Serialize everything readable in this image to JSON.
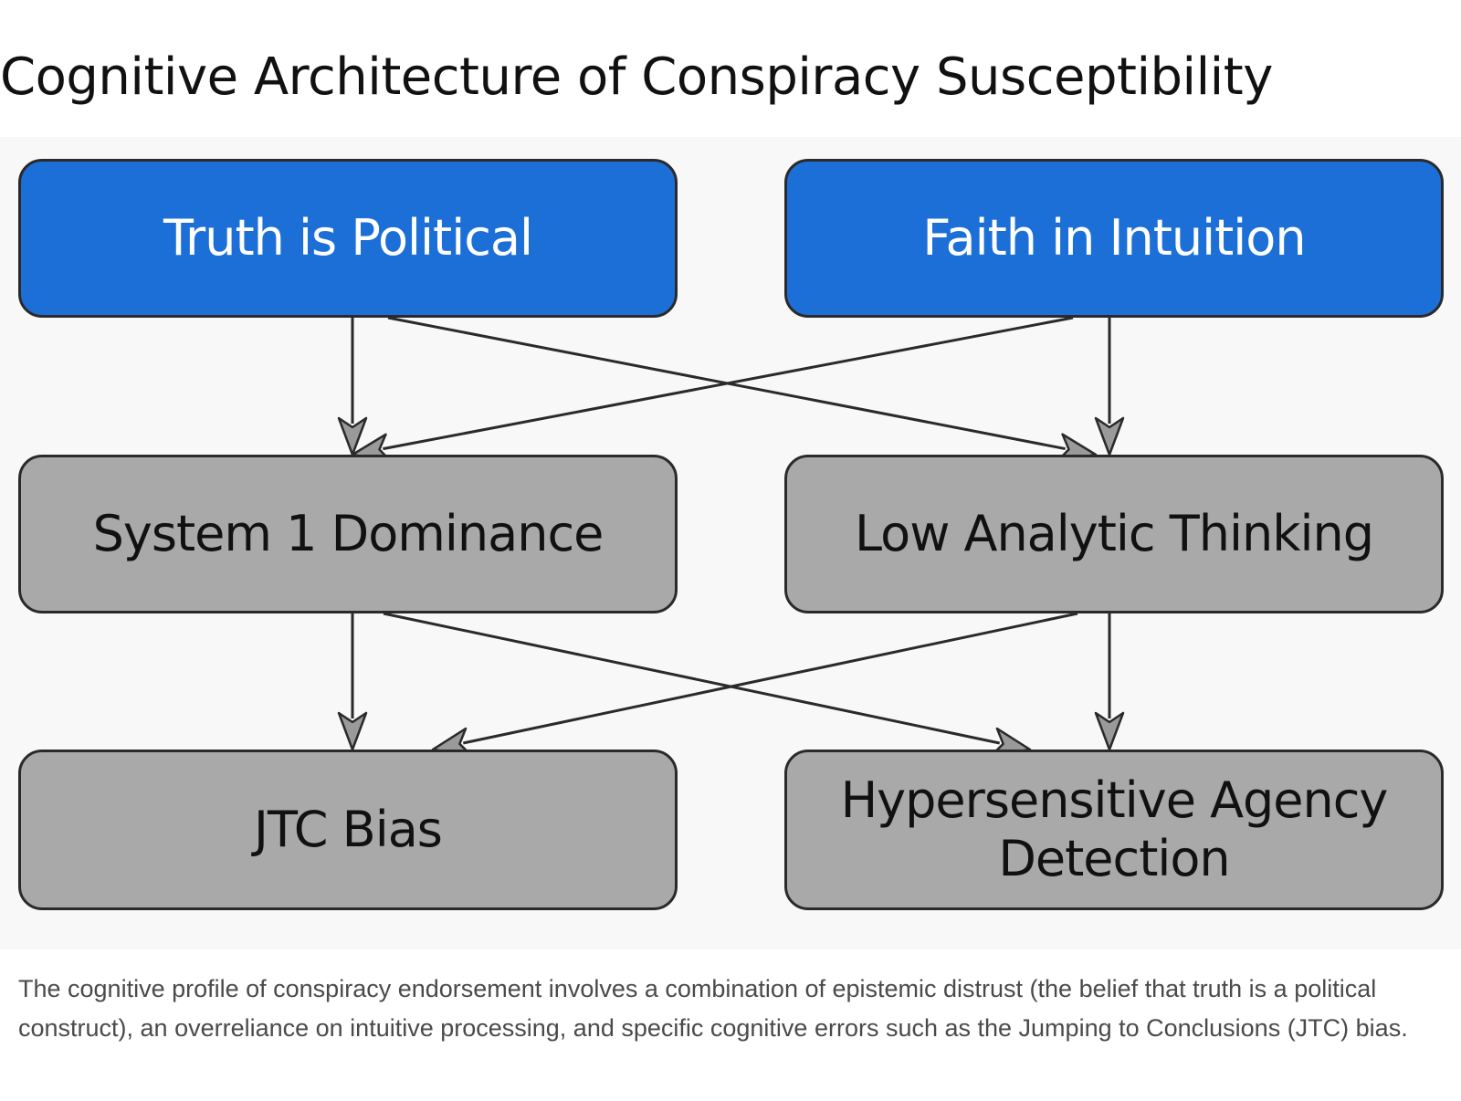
{
  "title": "Cognitive Architecture of Conspiracy Susceptibility",
  "nodes": {
    "truth": "Truth is Political",
    "faith": "Faith in Intuition",
    "system1": "System 1 Dominance",
    "analytic": "Low Analytic Thinking",
    "jtc": "JTC Bias",
    "agency_line1": "Hypersensitive Agency",
    "agency_line2": "Detection"
  },
  "edges": [
    {
      "from": "truth",
      "to": "system1"
    },
    {
      "from": "truth",
      "to": "analytic"
    },
    {
      "from": "faith",
      "to": "system1"
    },
    {
      "from": "faith",
      "to": "analytic"
    },
    {
      "from": "system1",
      "to": "jtc"
    },
    {
      "from": "system1",
      "to": "agency"
    },
    {
      "from": "analytic",
      "to": "jtc"
    },
    {
      "from": "analytic",
      "to": "agency"
    }
  ],
  "colors": {
    "top_node": "#1b6fd6",
    "lower_node": "#a9a9a9",
    "edge": "#2a2a2a"
  },
  "caption": "The cognitive profile of conspiracy endorsement involves a combination of epistemic distrust (the belief that truth is a political construct), an overreliance on intuitive processing, and specific cognitive errors such as the Jumping to Conclusions (JTC) bias."
}
